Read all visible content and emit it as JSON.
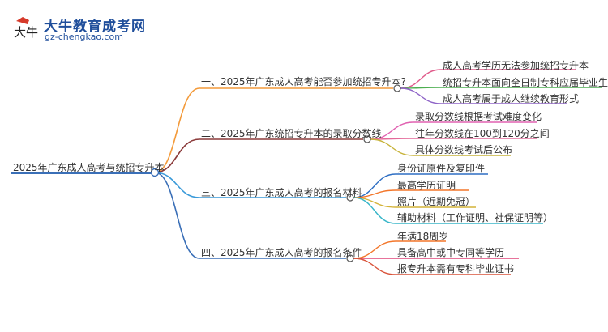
{
  "brand": {
    "name": "大牛教育成考网",
    "url": "gz-chengkao.com",
    "badge_text": "大牛"
  },
  "mindmap": {
    "root": "2025年广东成人高考与统招专升本",
    "branches": [
      {
        "label": "一、2025年广东成人高考能否参加统招专升本?",
        "color": "#f39a3a",
        "children": [
          {
            "label": "成人高考学历无法参加统招专升本",
            "color": "#e05a8a"
          },
          {
            "label": "统招专升本面向全日制专科应届毕业生",
            "color": "#4caf50"
          },
          {
            "label": "成人高考属于成人继续教育形式",
            "color": "#8e63c7"
          }
        ]
      },
      {
        "label": "二、2025年广东统招专升本的录取分数线",
        "color": "#8b3a3a",
        "children": [
          {
            "label": "录取分数线根据考试难度变化",
            "color": "#e060b0"
          },
          {
            "label": "往年分数线在100到120分之间",
            "color": "#e46a9a"
          },
          {
            "label": "具体分数线考试后公布",
            "color": "#c7b33a"
          }
        ]
      },
      {
        "label": "三、2025年广东成人高考的报名材料",
        "color": "#3a9ad9",
        "children": [
          {
            "label": "身份证原件及复印件",
            "color": "#2f6fc4"
          },
          {
            "label": "最高学历证明",
            "color": "#f3762a"
          },
          {
            "label": "照片（近期免冠）",
            "color": "#d4b338"
          },
          {
            "label": "辅助材料（工作证明、社保证明等）",
            "color": "#38b6c9"
          }
        ]
      },
      {
        "label": "四、2025年广东成人高考的报名条件",
        "color": "#3a6fb7",
        "children": [
          {
            "label": "年满18周岁",
            "color": "#f3762a"
          },
          {
            "label": "具备高中或中专同等学历",
            "color": "#e0457a"
          },
          {
            "label": "报专升本需有专科毕业证书",
            "color": "#d9533a"
          }
        ]
      }
    ]
  }
}
